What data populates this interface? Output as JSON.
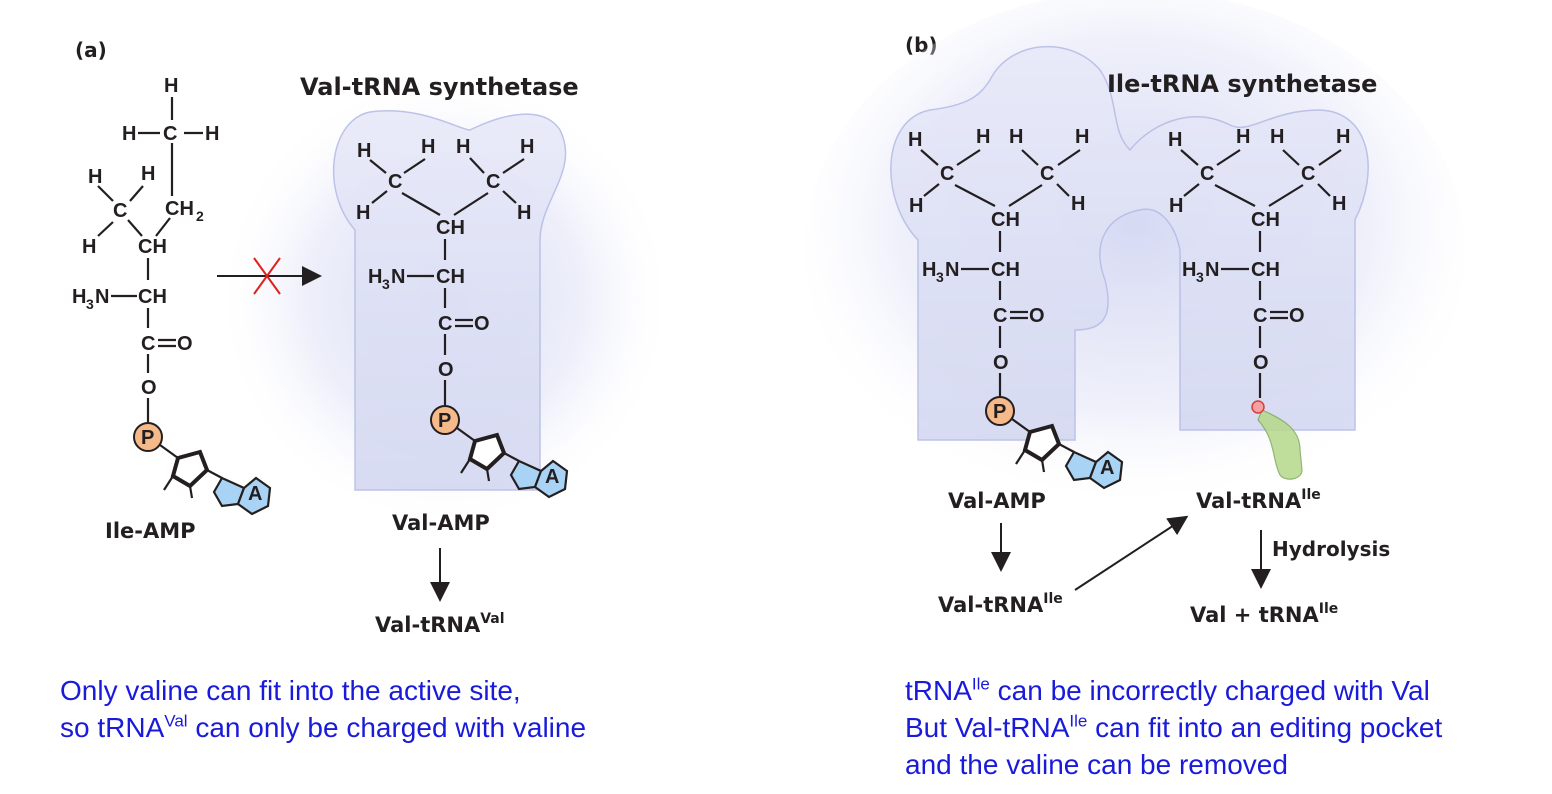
{
  "panel_a": {
    "tag": "(a)",
    "enzyme": "Val-tRNA synthetase",
    "substrate_label": "Ile-AMP",
    "product_label": "Val-AMP",
    "product2_base": "Val-tRNA",
    "product2_sup": "Val",
    "caption_line1": "Only valine can fit into the active site,",
    "caption_line2_pre": "so tRNA",
    "caption_line2_sup": "Val",
    "caption_line2_post": " can only be charged with valine"
  },
  "panel_b": {
    "tag": "(b)",
    "enzyme": "Ile-tRNA synthetase",
    "left_label": "Val-AMP",
    "left_product_base": "Val-tRNA",
    "left_product_sup": "Ile",
    "right_label_base": "Val-tRNA",
    "right_label_sup": "Ile",
    "step": "Hydrolysis",
    "final_pre": "Val + tRNA",
    "final_sup": "Ile",
    "caption_line1_pre": "tRNA",
    "caption_line1_sup": "Ile",
    "caption_line1_post": " can be incorrectly charged with Val",
    "caption_line2_pre": "But Val-tRNA",
    "caption_line2_sup": "Ile",
    "caption_line2_post": " can fit into an editing pocket",
    "caption_line3": "and the valine can be removed"
  },
  "atoms": {
    "H": "H",
    "C": "C",
    "CH": "CH",
    "CH2": "CH",
    "two": "2",
    "H3N": "H",
    "three": "3",
    "N": "N",
    "O": "O",
    "P": "P",
    "A": "A"
  },
  "colors": {
    "caption": "#1a1adb",
    "phosphate": "#f6b98a",
    "adenine": "#a9d3f5",
    "pocket_glow": "#c9cdee",
    "blocked_arrow": "#e0201c",
    "hydrolysis_blob": "#b5d98a"
  }
}
